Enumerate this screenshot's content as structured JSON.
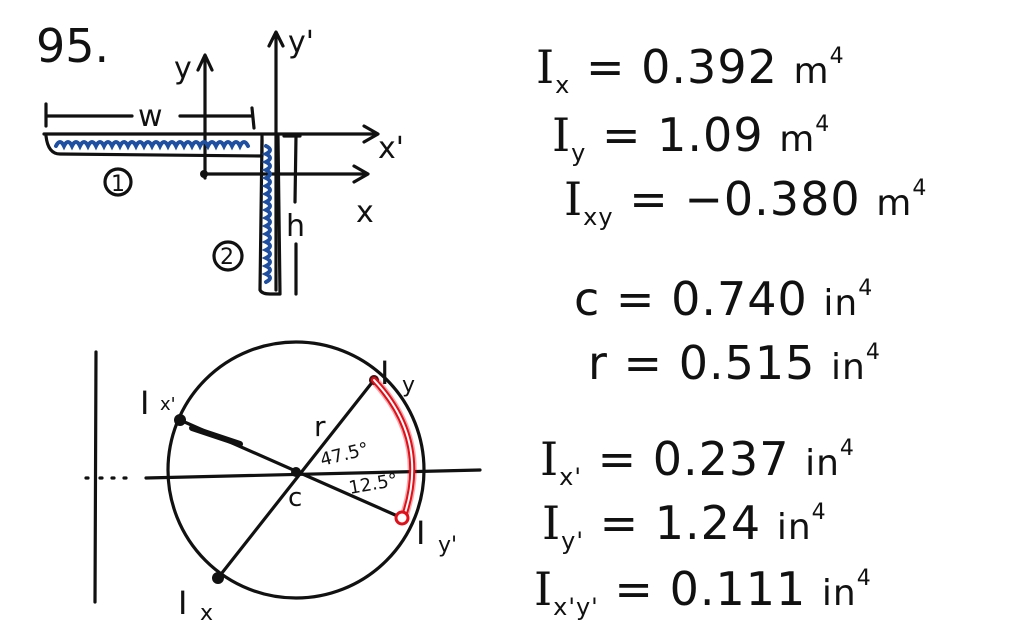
{
  "problem": {
    "number": "95."
  },
  "cross_section": {
    "axes": {
      "y": "y",
      "y_prime": "y'",
      "x": "x",
      "x_prime": "x'"
    },
    "dimensions": {
      "width": "w",
      "height": "h"
    },
    "parts": {
      "part1": "1",
      "part2": "2"
    },
    "hatch_color": "#1f4fa0"
  },
  "mohr_circle": {
    "center_label": "c",
    "radius_label": "r",
    "points": {
      "Ix": "I",
      "Ix_sub": "x",
      "Iy": "I",
      "Iy_sub": "y",
      "Ixp": "I",
      "Ixp_sub": "x'",
      "Iyp": "I",
      "Iyp_sub": "y'"
    },
    "angles": {
      "angle1": "47.5°",
      "angle2": "12.5°"
    },
    "highlight_color": "#e0101a"
  },
  "equations": [
    {
      "sym": "I",
      "sub": "x",
      "value": "= 0.392",
      "unit": "m",
      "exp": "4"
    },
    {
      "sym": "I",
      "sub": "y",
      "value": "= 1.09",
      "unit": "m",
      "exp": "4"
    },
    {
      "sym": "I",
      "sub": "xy",
      "value": "= −0.380",
      "unit": "m",
      "exp": "4"
    },
    {
      "sym": "c",
      "sub": "",
      "value": "= 0.740",
      "unit": "in",
      "exp": "4"
    },
    {
      "sym": "r",
      "sub": "",
      "value": "= 0.515",
      "unit": "in",
      "exp": "4"
    },
    {
      "sym": "I",
      "sub": "x'",
      "value": "= 0.237",
      "unit": "in",
      "exp": "4"
    },
    {
      "sym": "I",
      "sub": "y'",
      "value": "= 1.24",
      "unit": "in",
      "exp": "4"
    },
    {
      "sym": "I",
      "sub": "x'y'",
      "value": "= 0.111",
      "unit": "in",
      "exp": "4"
    }
  ]
}
